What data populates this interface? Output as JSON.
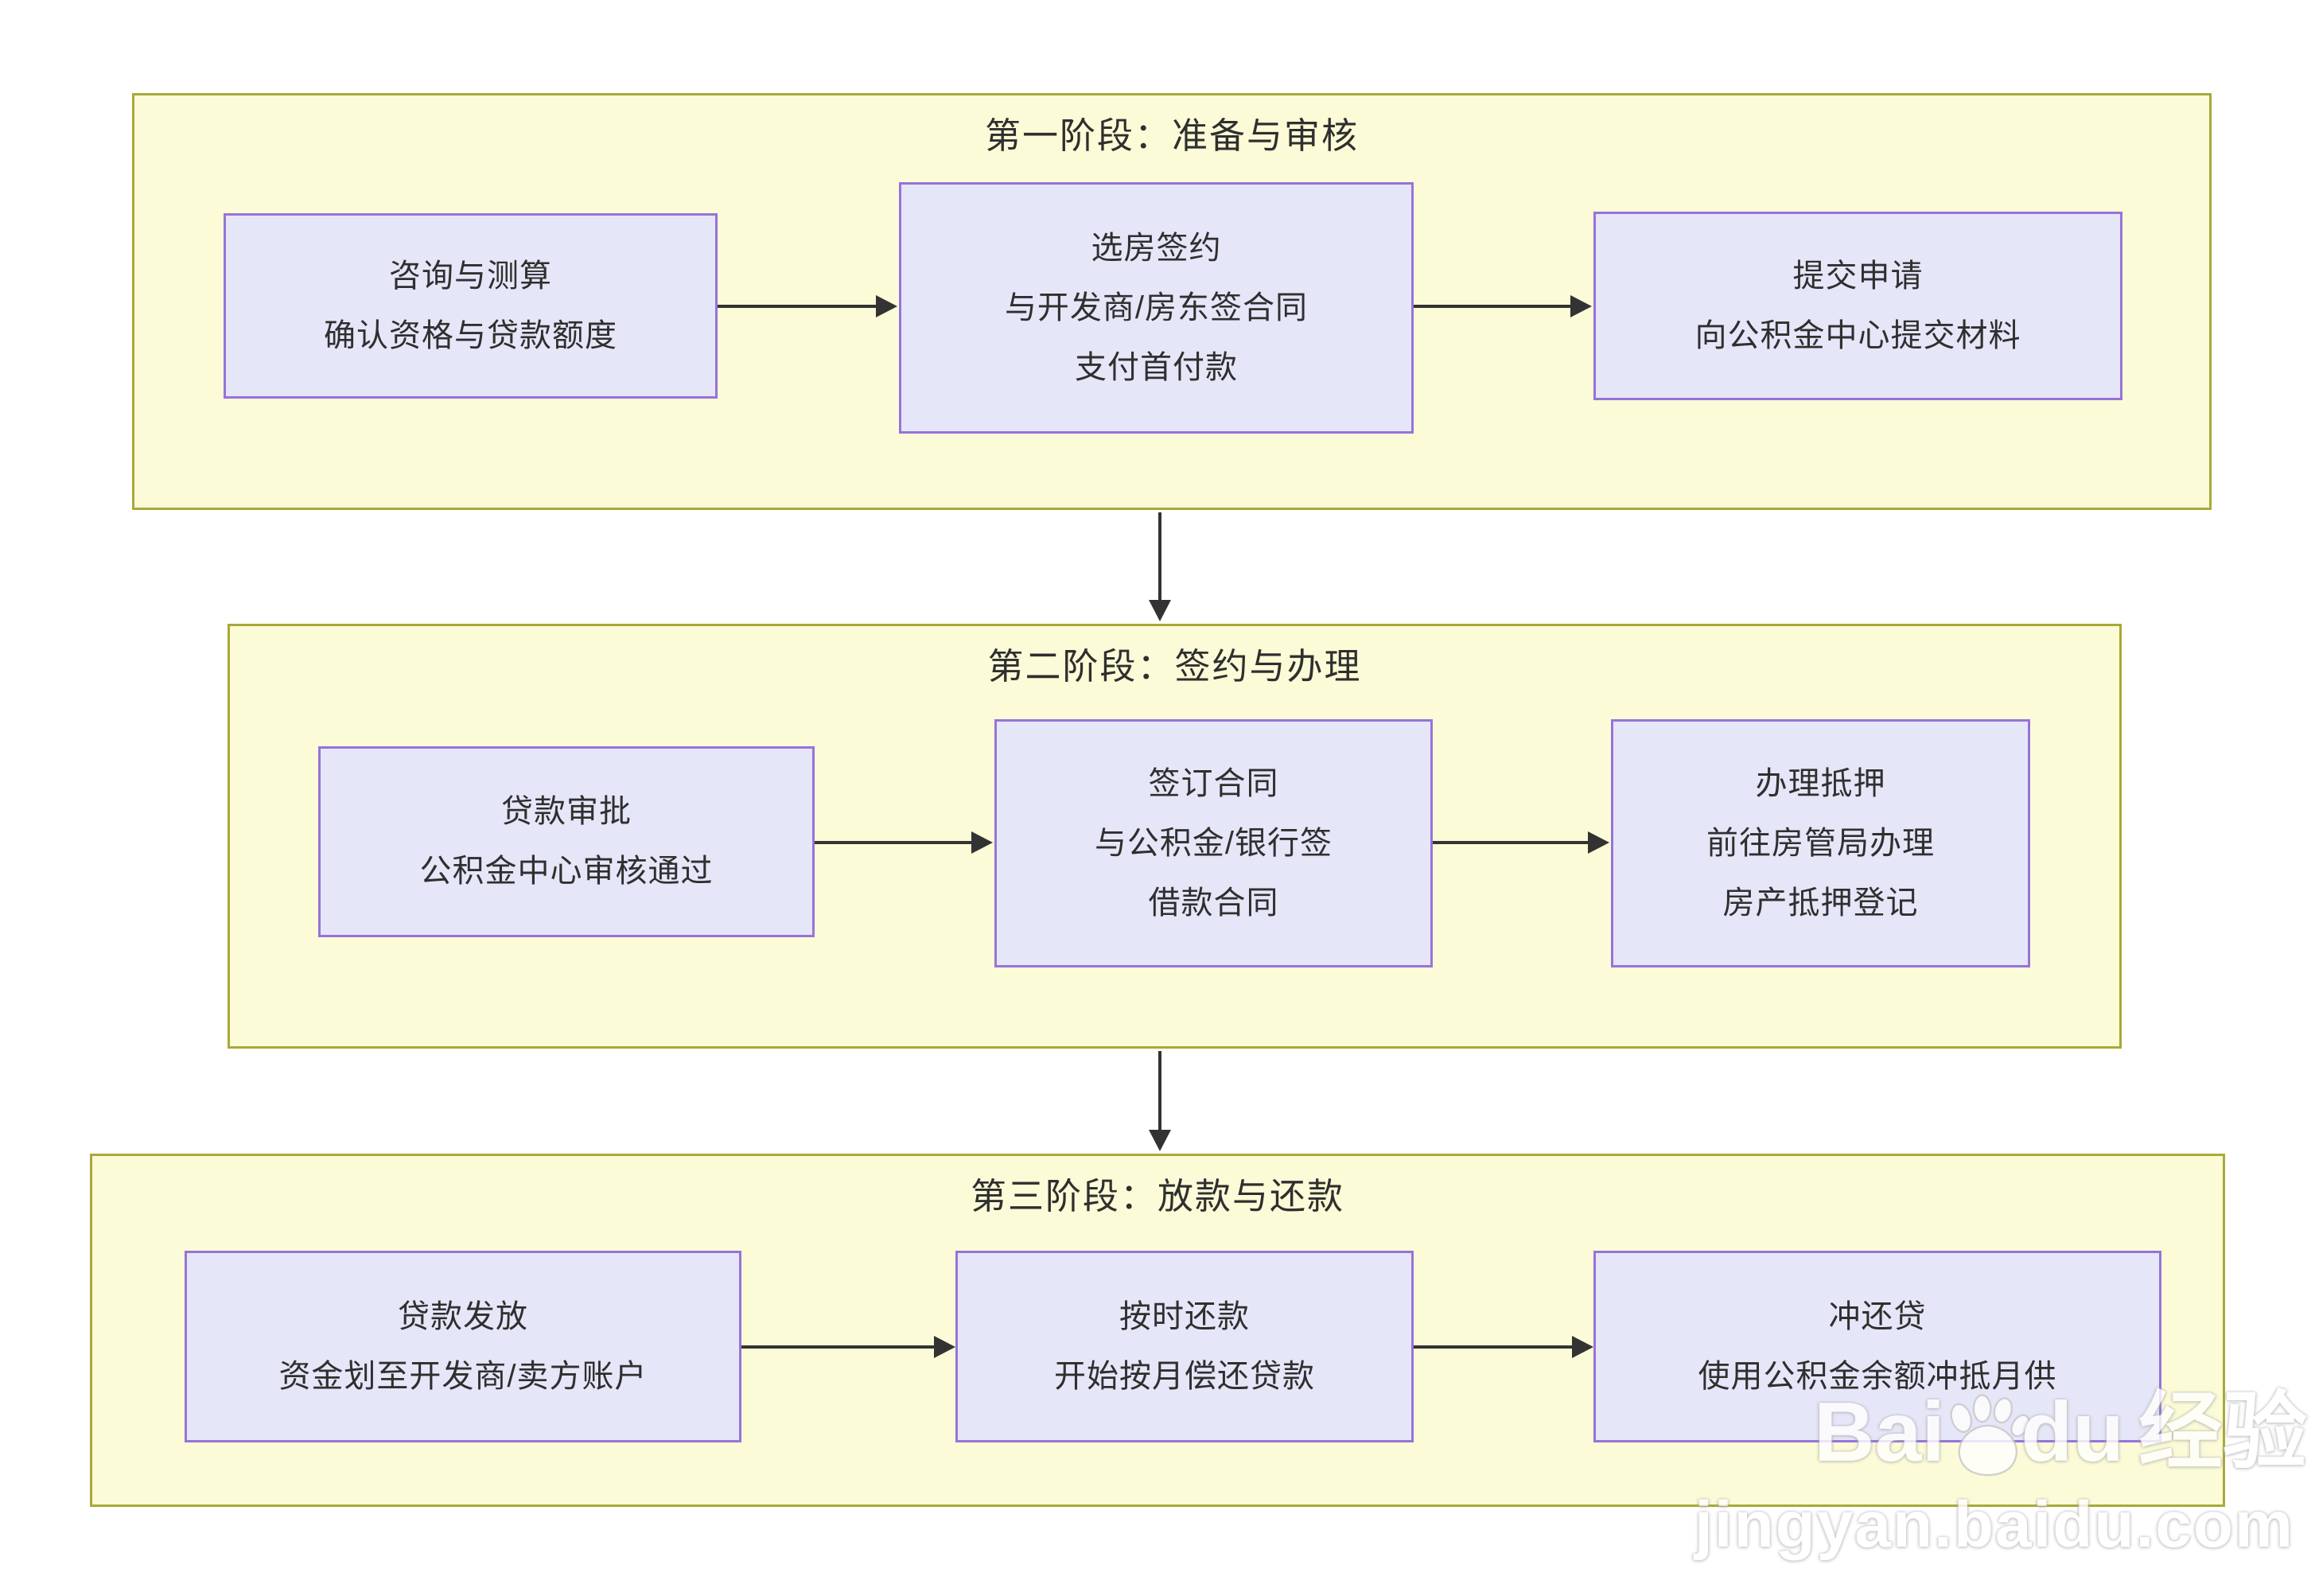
{
  "colors": {
    "stage_fill": "#fbfbd7",
    "stage_border": "#a9a938",
    "node_fill": "#e6e6f9",
    "node_border": "#9673d9",
    "arrow": "#333333",
    "text": "#2f2f2f",
    "watermark": "#ffffff"
  },
  "stages": [
    {
      "title": "第一阶段：准备与审核",
      "nodes": [
        {
          "lines": [
            "咨询与测算",
            "确认资格与贷款额度"
          ]
        },
        {
          "lines": [
            "选房签约",
            "与开发商/房东签合同",
            "支付首付款"
          ]
        },
        {
          "lines": [
            "提交申请",
            "向公积金中心提交材料"
          ]
        }
      ]
    },
    {
      "title": "第二阶段：签约与办理",
      "nodes": [
        {
          "lines": [
            "贷款审批",
            "公积金中心审核通过"
          ]
        },
        {
          "lines": [
            "签订合同",
            "与公积金/银行签",
            "借款合同"
          ]
        },
        {
          "lines": [
            "办理抵押",
            "前往房管局办理",
            "房产抵押登记"
          ]
        }
      ]
    },
    {
      "title": "第三阶段：放款与还款",
      "nodes": [
        {
          "lines": [
            "贷款发放",
            "资金划至开发商/卖方账户"
          ]
        },
        {
          "lines": [
            "按时还款",
            "开始按月偿还贷款"
          ]
        },
        {
          "lines": [
            "冲还贷",
            "使用公积金余额冲抵月供"
          ]
        }
      ]
    }
  ],
  "watermark": {
    "brand_prefix": "Bai",
    "brand_suffix": "du",
    "brand_cn": "经验",
    "url": "jingyan.baidu.com"
  }
}
